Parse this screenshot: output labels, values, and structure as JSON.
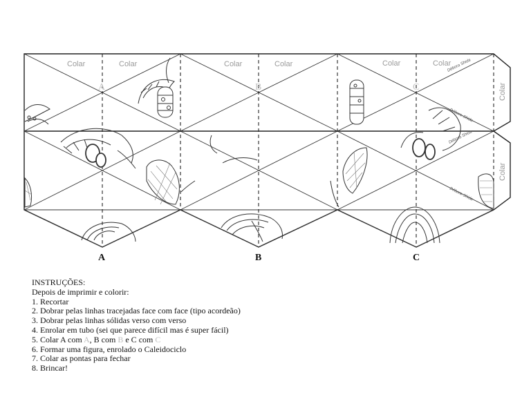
{
  "template": {
    "colar_labels": [
      "Colar",
      "Colar",
      "Colar",
      "Colar",
      "Colar",
      "Colar",
      "Colar",
      "Colar"
    ],
    "faint_letters": [
      "A",
      "B",
      "C"
    ],
    "join_letters": [
      "A",
      "B",
      "C"
    ],
    "signature": "Débora Shida"
  },
  "instructions": {
    "heading": "INSTRUÇÕES:",
    "intro": "Depois de imprimir e colorir:",
    "step1": "1. Recortar",
    "step2": "2. Dobrar pelas linhas tracejadas face com face (tipo acordeão)",
    "step3": "3. Dobrar pelas linhas sólidas verso com verso",
    "step4": "4. Enrolar em tubo (sei que parece difícil mas é super fácil)",
    "step5": {
      "p1": "5. Colar A com ",
      "a": "A",
      "p2": ", B com ",
      "b": "B",
      "p3": " e C com ",
      "c": "C"
    },
    "step6": "6. Formar uma figura, enrolado o Caleidociclo",
    "step7": "7. Colar as pontas para fechar",
    "step8": "8. Brincar!"
  },
  "colors": {
    "line": "#222222",
    "faint_text": "#9a9a9a",
    "highlight_letter": "#bdbdbd"
  }
}
